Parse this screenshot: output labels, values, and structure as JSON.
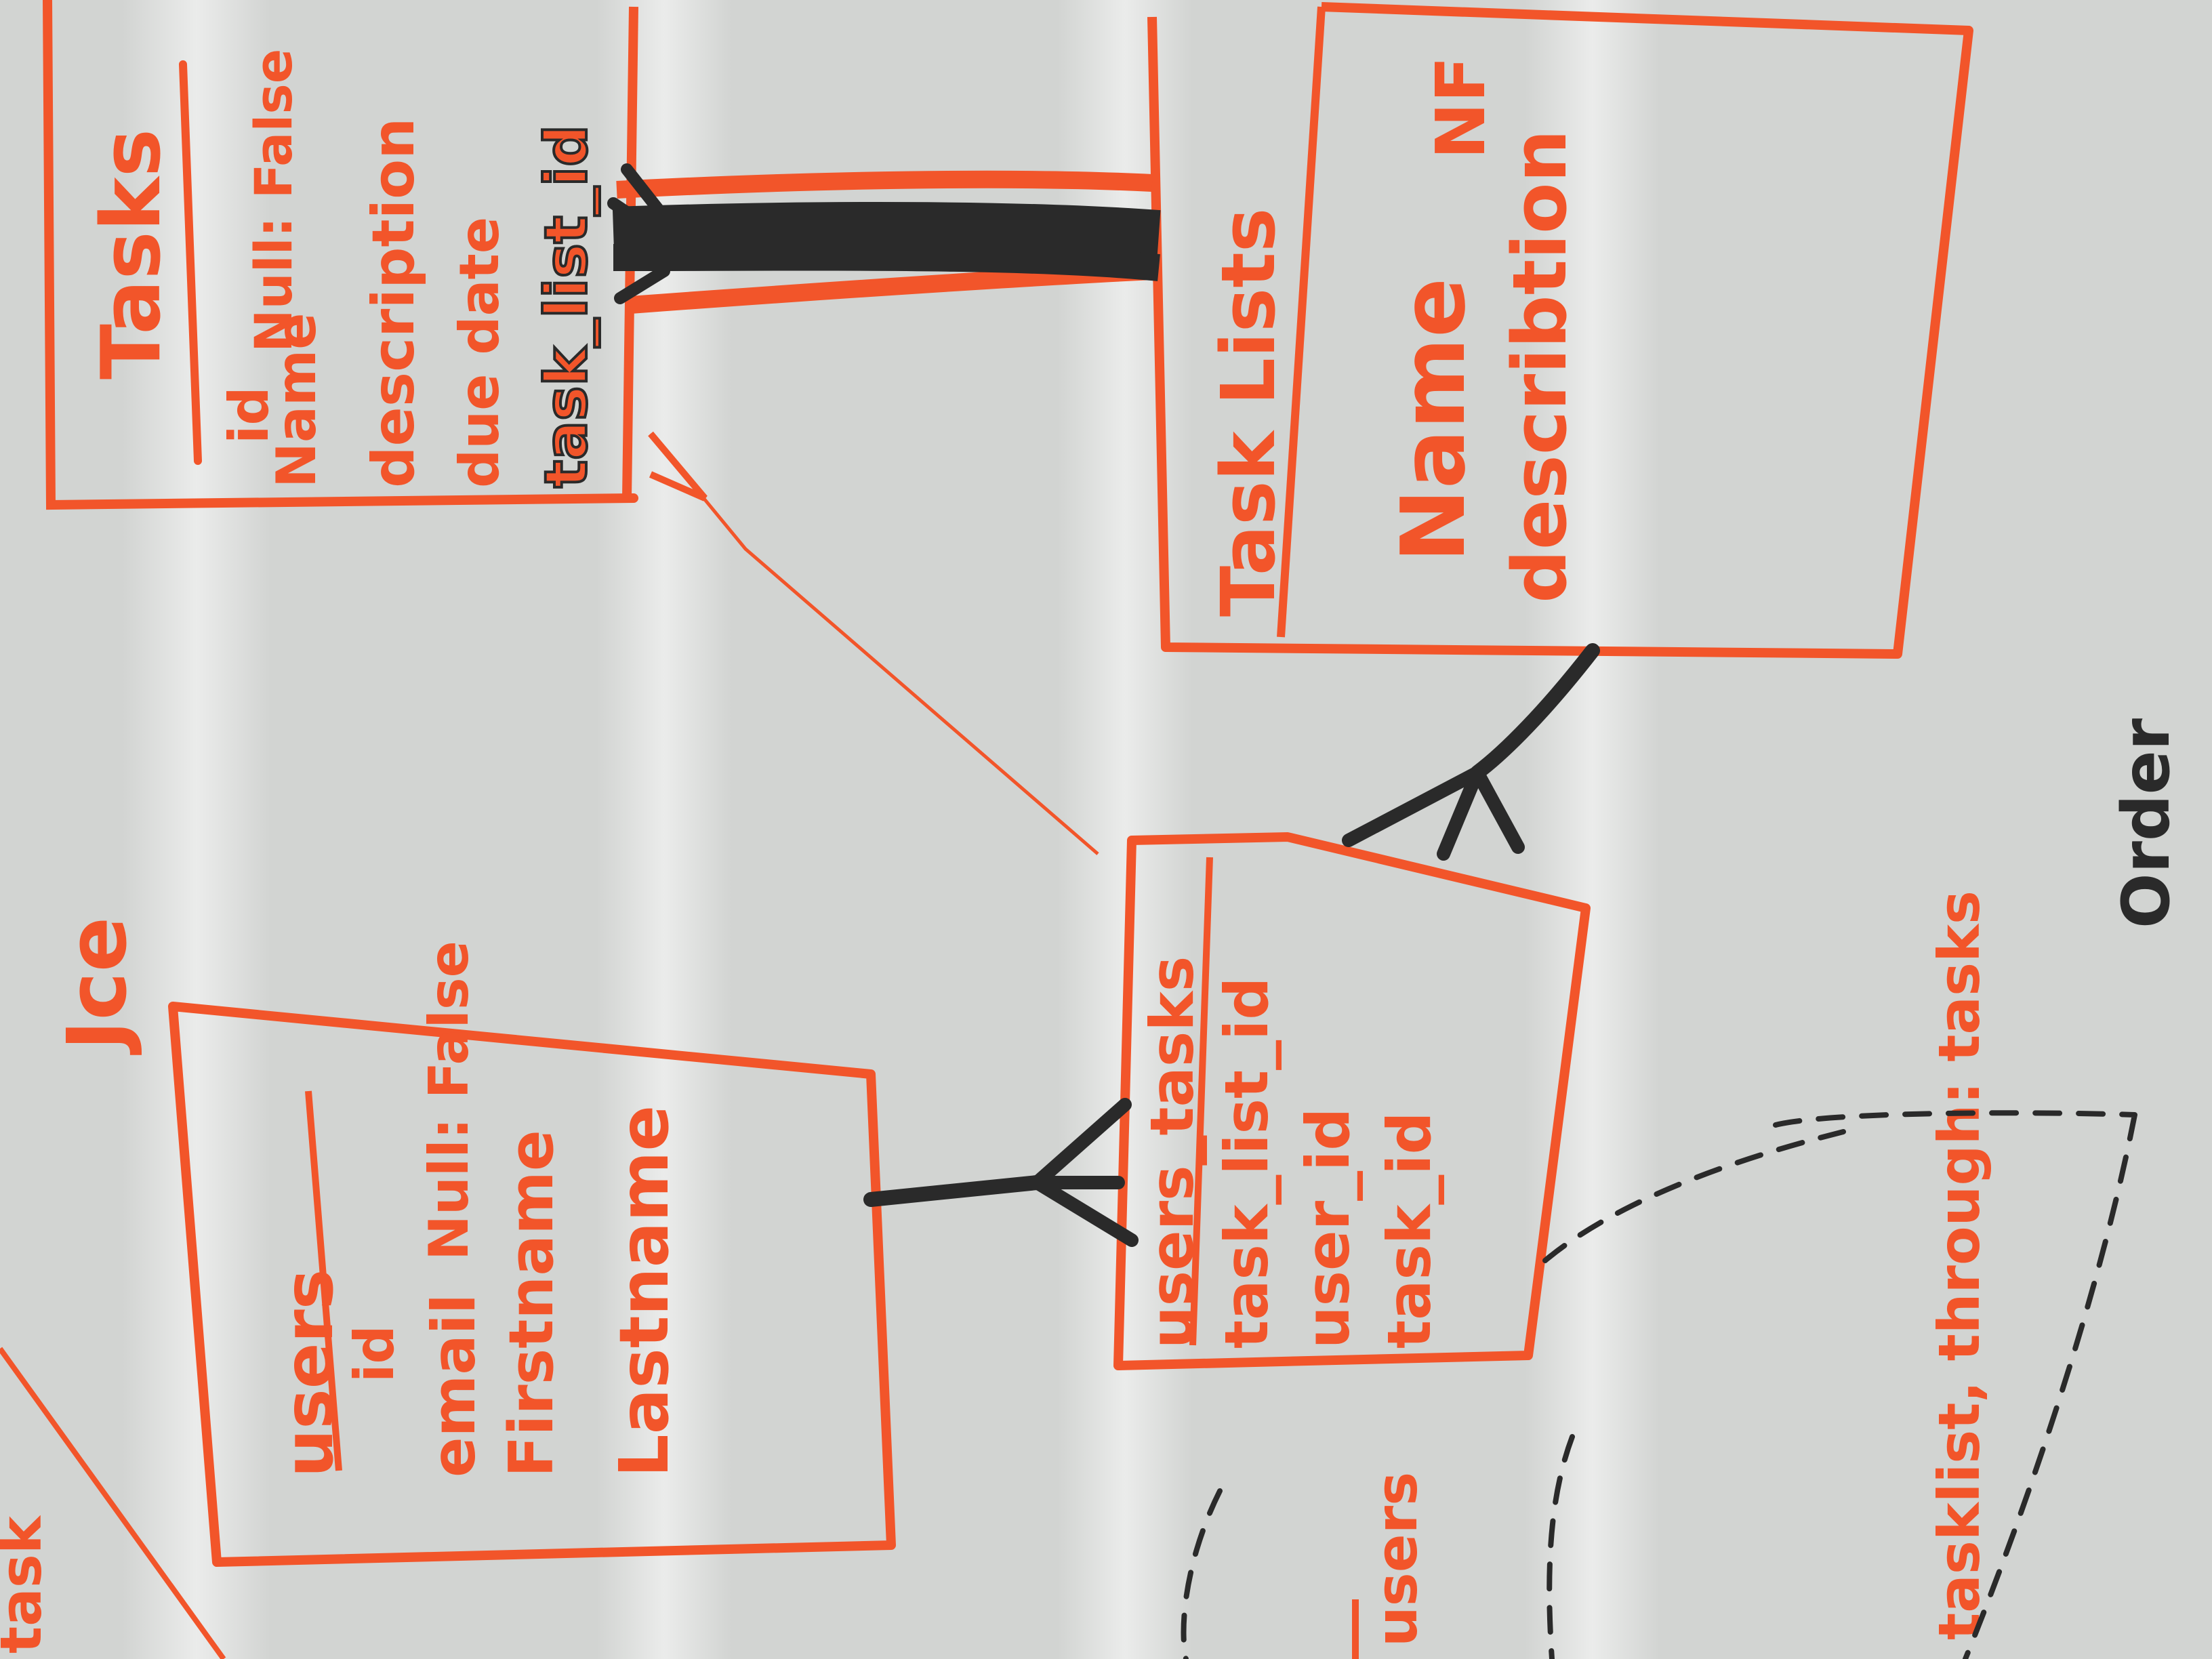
{
  "colors": {
    "board": "#d2d4d2",
    "orange": "#f2552a",
    "black": "#2a2a2a",
    "glare": "#eef0ee"
  },
  "tables": {
    "tasks": {
      "title": "Tasks",
      "fields": [
        "id",
        "Name",
        "description",
        "due date",
        "task_list_id"
      ],
      "constraint": "Null: False"
    },
    "task_lists": {
      "title": "Task Lists",
      "fields": [
        "Name",
        "describtion"
      ],
      "constraint": "NF"
    },
    "users": {
      "title": "users",
      "fields": [
        "id",
        "email",
        "Firstname",
        "Lastname"
      ],
      "constraint": "Null: False"
    },
    "users_tasks": {
      "title": "users_tasks",
      "fields": [
        "task_list_id",
        "user_id",
        "task_id"
      ]
    }
  },
  "annotations": {
    "jce": "Jce",
    "users_note": "users",
    "tasklist_note": "tasklist, through: tasks",
    "order_note": "Order",
    "edge_note": "task"
  }
}
